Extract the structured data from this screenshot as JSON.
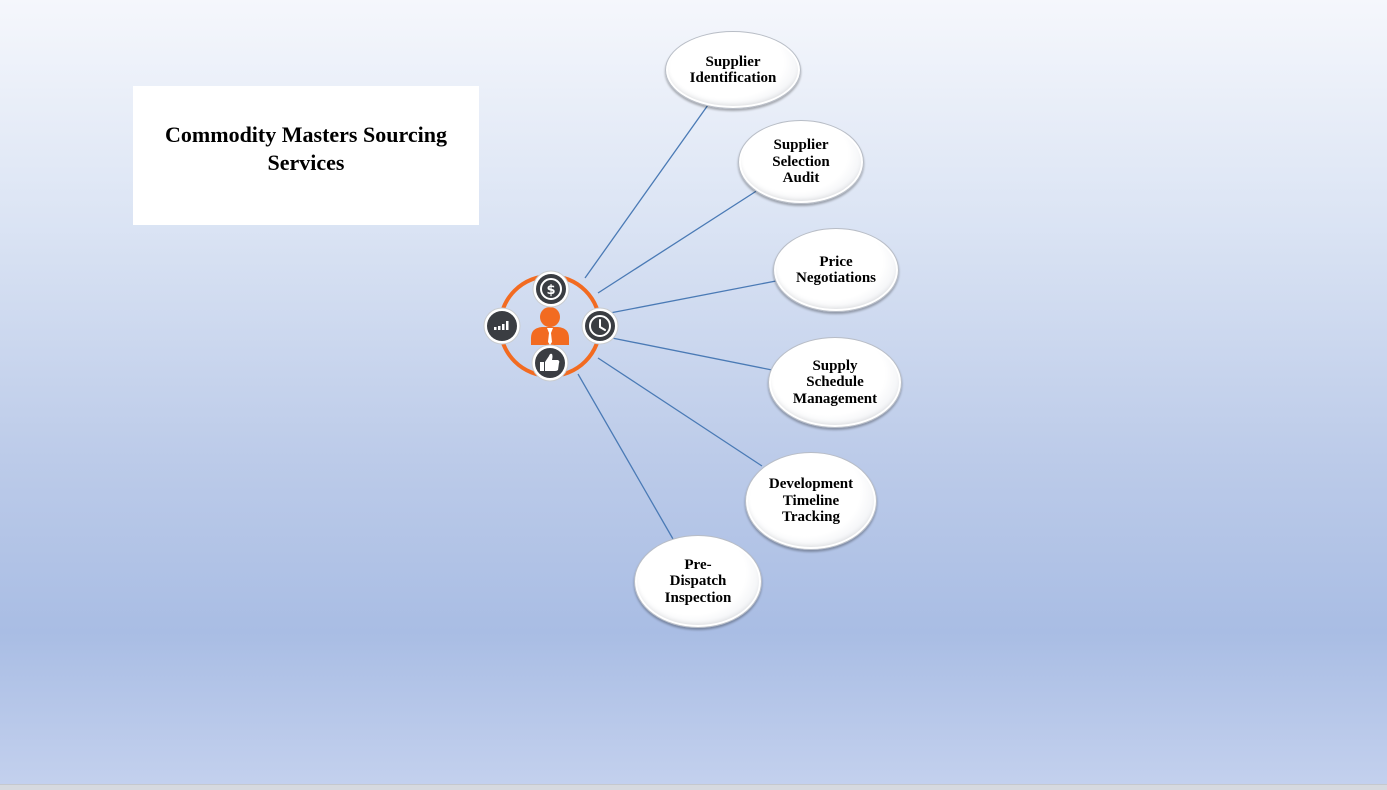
{
  "title": "Commodity Masters Sourcing Services",
  "hub": {
    "icons": [
      "dollar-icon",
      "clock-icon",
      "thumbs-up-icon",
      "bar-chart-icon",
      "person-icon"
    ],
    "colors": {
      "ring": "#f26b21",
      "icon_dark": "#3a3d42",
      "person": "#f26b21"
    }
  },
  "services": [
    {
      "label": "Supplier Identification"
    },
    {
      "label": "Supplier Selection Audit"
    },
    {
      "label": "Price Negotiations"
    },
    {
      "label": "Supply Schedule Management"
    },
    {
      "label": "Development Timeline Tracking"
    },
    {
      "label": "Pre-Dispatch Inspection"
    }
  ],
  "colors": {
    "connector": "#4a7ab5"
  }
}
